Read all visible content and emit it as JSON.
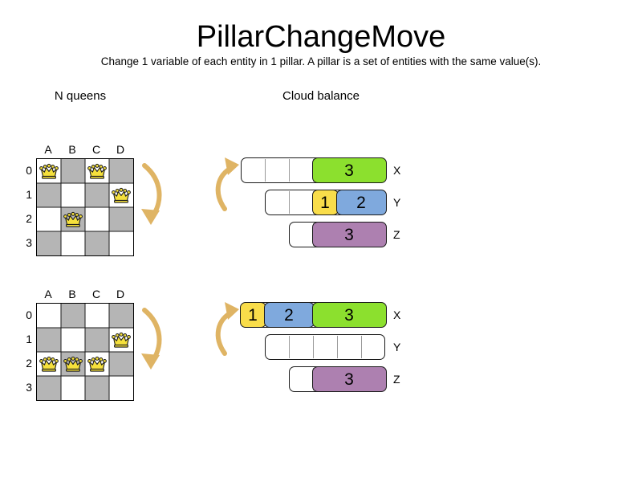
{
  "header": {
    "title": "PillarChangeMove",
    "subtitle": "Change 1 variable of each entity in 1 pillar. A pillar is a set of entities with the same value(s)."
  },
  "sections": {
    "nqueens_heading": "N queens",
    "cloud_heading": "Cloud balance"
  },
  "colors": {
    "green": "#8ce02e",
    "blue": "#7fa9dd",
    "yellow": "#f9dd4a",
    "purple": "#ad80b0",
    "dark_square": "#b5b5b5",
    "light_square": "#ffffff",
    "arrow": "#dfb464",
    "queen_fill": "#f5e03c",
    "outline": "#1a1a1a"
  },
  "nqueens": {
    "file_labels": [
      "A",
      "B",
      "C",
      "D"
    ],
    "rank_labels": [
      "0",
      "1",
      "2",
      "3"
    ],
    "before": {
      "queens": [
        {
          "file": 0,
          "rank": 0,
          "square": "A0"
        },
        {
          "file": 2,
          "rank": 0,
          "square": "C0"
        },
        {
          "file": 3,
          "rank": 1,
          "square": "D1"
        },
        {
          "file": 1,
          "rank": 2,
          "square": "B2"
        }
      ]
    },
    "after": {
      "queens": [
        {
          "file": 3,
          "rank": 1,
          "square": "D1"
        },
        {
          "file": 0,
          "rank": 2,
          "square": "A2"
        },
        {
          "file": 1,
          "rank": 2,
          "square": "B2"
        },
        {
          "file": 2,
          "rank": 2,
          "square": "C2"
        }
      ]
    }
  },
  "cloud": {
    "before": {
      "rows": [
        {
          "label": "X",
          "cells": 6,
          "empty_cells": 3,
          "blocks": [
            {
              "value": "3",
              "color": "#8ce02e",
              "start": 3,
              "span": 3
            }
          ]
        },
        {
          "label": "Y",
          "cells": 5,
          "empty_cells": 2,
          "blocks": [
            {
              "value": "1",
              "color": "#f9dd4a",
              "start": 2,
              "span": 1
            },
            {
              "value": "2",
              "color": "#7fa9dd",
              "start": 3,
              "span": 2
            }
          ]
        },
        {
          "label": "Z",
          "cells": 4,
          "empty_cells": 1,
          "blocks": [
            {
              "value": "3",
              "color": "#ad80b0",
              "start": 1,
              "span": 3
            }
          ]
        }
      ]
    },
    "after": {
      "rows": [
        {
          "label": "X",
          "cells": 6,
          "empty_cells": 0,
          "blocks": [
            {
              "value": "1",
              "color": "#f9dd4a",
              "start": 0,
              "span": 1
            },
            {
              "value": "2",
              "color": "#7fa9dd",
              "start": 1,
              "span": 2
            },
            {
              "value": "3",
              "color": "#8ce02e",
              "start": 3,
              "span": 3
            }
          ]
        },
        {
          "label": "Y",
          "cells": 5,
          "empty_cells": 5,
          "blocks": []
        },
        {
          "label": "Z",
          "cells": 4,
          "empty_cells": 1,
          "blocks": [
            {
              "value": "3",
              "color": "#ad80b0",
              "start": 1,
              "span": 3
            }
          ]
        }
      ]
    }
  },
  "arrows": {
    "nqueens_arrow": "curved-arrow-down",
    "cloud_arrow": "curved-arrow-up"
  }
}
